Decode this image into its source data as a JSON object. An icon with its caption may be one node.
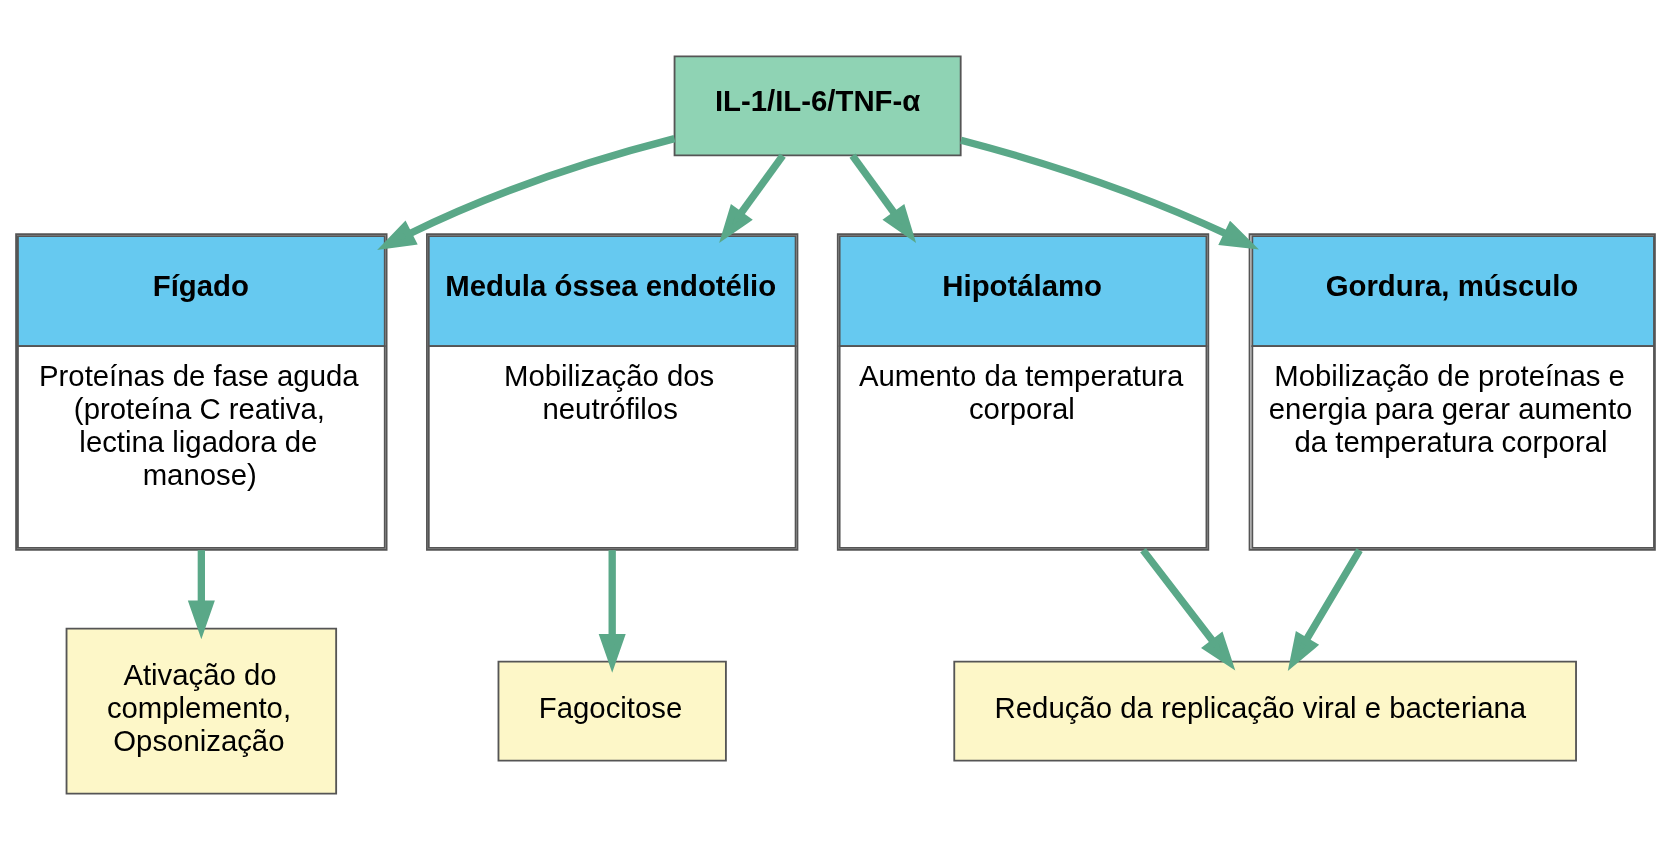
{
  "diagram": {
    "nodes": [
      {
        "text": [
          "IL-1/IL-6/TNF-α"
        ]
      },
      {
        "text": [
          "Fígado",
          "Proteínas de fase aguda (proteína C reativa, lectina ligadora de manose)"
        ]
      },
      {
        "text": [
          "Medula óssea endotélio",
          "Mobilização dos neutrófilos"
        ]
      },
      {
        "text": [
          "Hipotálamo",
          "Aumento da temperatura corporal"
        ]
      },
      {
        "text": [
          "Gordura, músculo",
          "Mobilização de proteínas e energia para gerar aumento da temperatura corporal"
        ]
      },
      {
        "text": [
          "Ativação do complemento, Opsonização"
        ]
      },
      {
        "text": [
          "Fagocitose"
        ]
      },
      {
        "text": [
          "Redução da replicação viral e bacteriana"
        ]
      }
    ],
    "edges": [
      {
        "from": 0,
        "to": 1,
        "arrow": "to"
      },
      {
        "from": 0,
        "to": 2,
        "arrow": "to"
      },
      {
        "from": 0,
        "to": 3,
        "arrow": "to"
      },
      {
        "from": 0,
        "to": 4,
        "arrow": "to"
      },
      {
        "from": 1,
        "to": 5,
        "arrow": "to"
      },
      {
        "from": 2,
        "to": 6,
        "arrow": "to"
      },
      {
        "from": 3,
        "to": 7,
        "arrow": "to"
      },
      {
        "from": 4,
        "to": 7,
        "arrow": "to"
      }
    ]
  }
}
